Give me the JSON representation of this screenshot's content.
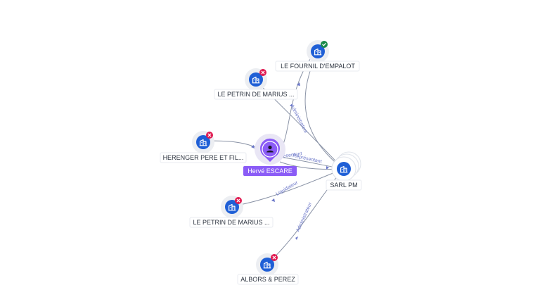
{
  "colors": {
    "company": "#1f5fd6",
    "person": "#8b5cf6",
    "inactive": "#e0194f",
    "active": "#1a8a4a",
    "edge": "#8a93a6",
    "edge_label": "#6a76c8"
  },
  "person": {
    "label": "Hervé ESCARE",
    "icon": "user-icon"
  },
  "companies": [
    {
      "id": "fournil",
      "label": "LE FOURNIL D'EMPALOT",
      "status": "active",
      "icon": "building-icon"
    },
    {
      "id": "petrin1",
      "label": "LE PETRIN DE MARIUS ...",
      "status": "inactive",
      "icon": "building-icon"
    },
    {
      "id": "herenger",
      "label": "HERENGER PERE ET FIL...",
      "status": "inactive",
      "icon": "building-icon"
    },
    {
      "id": "sarl",
      "label": "SARL PM",
      "status": "none",
      "icon": "building-icon"
    },
    {
      "id": "petrin2",
      "label": "LE PETRIN DE MARIUS ...",
      "status": "inactive",
      "icon": "building-icon"
    },
    {
      "id": "albors",
      "label": "ALBORS & PEREZ",
      "status": "inactive",
      "icon": "building-icon"
    }
  ],
  "edges": [
    {
      "id": "e1",
      "label": "Administrateur"
    },
    {
      "id": "e2",
      "label": "Représentant"
    },
    {
      "id": "e3",
      "label": "Représentant"
    },
    {
      "id": "e4",
      "label": "Liquidateur"
    },
    {
      "id": "e5",
      "label": "Administrateur"
    },
    {
      "id": "e6",
      "label": ""
    },
    {
      "id": "e7",
      "label": ""
    }
  ]
}
